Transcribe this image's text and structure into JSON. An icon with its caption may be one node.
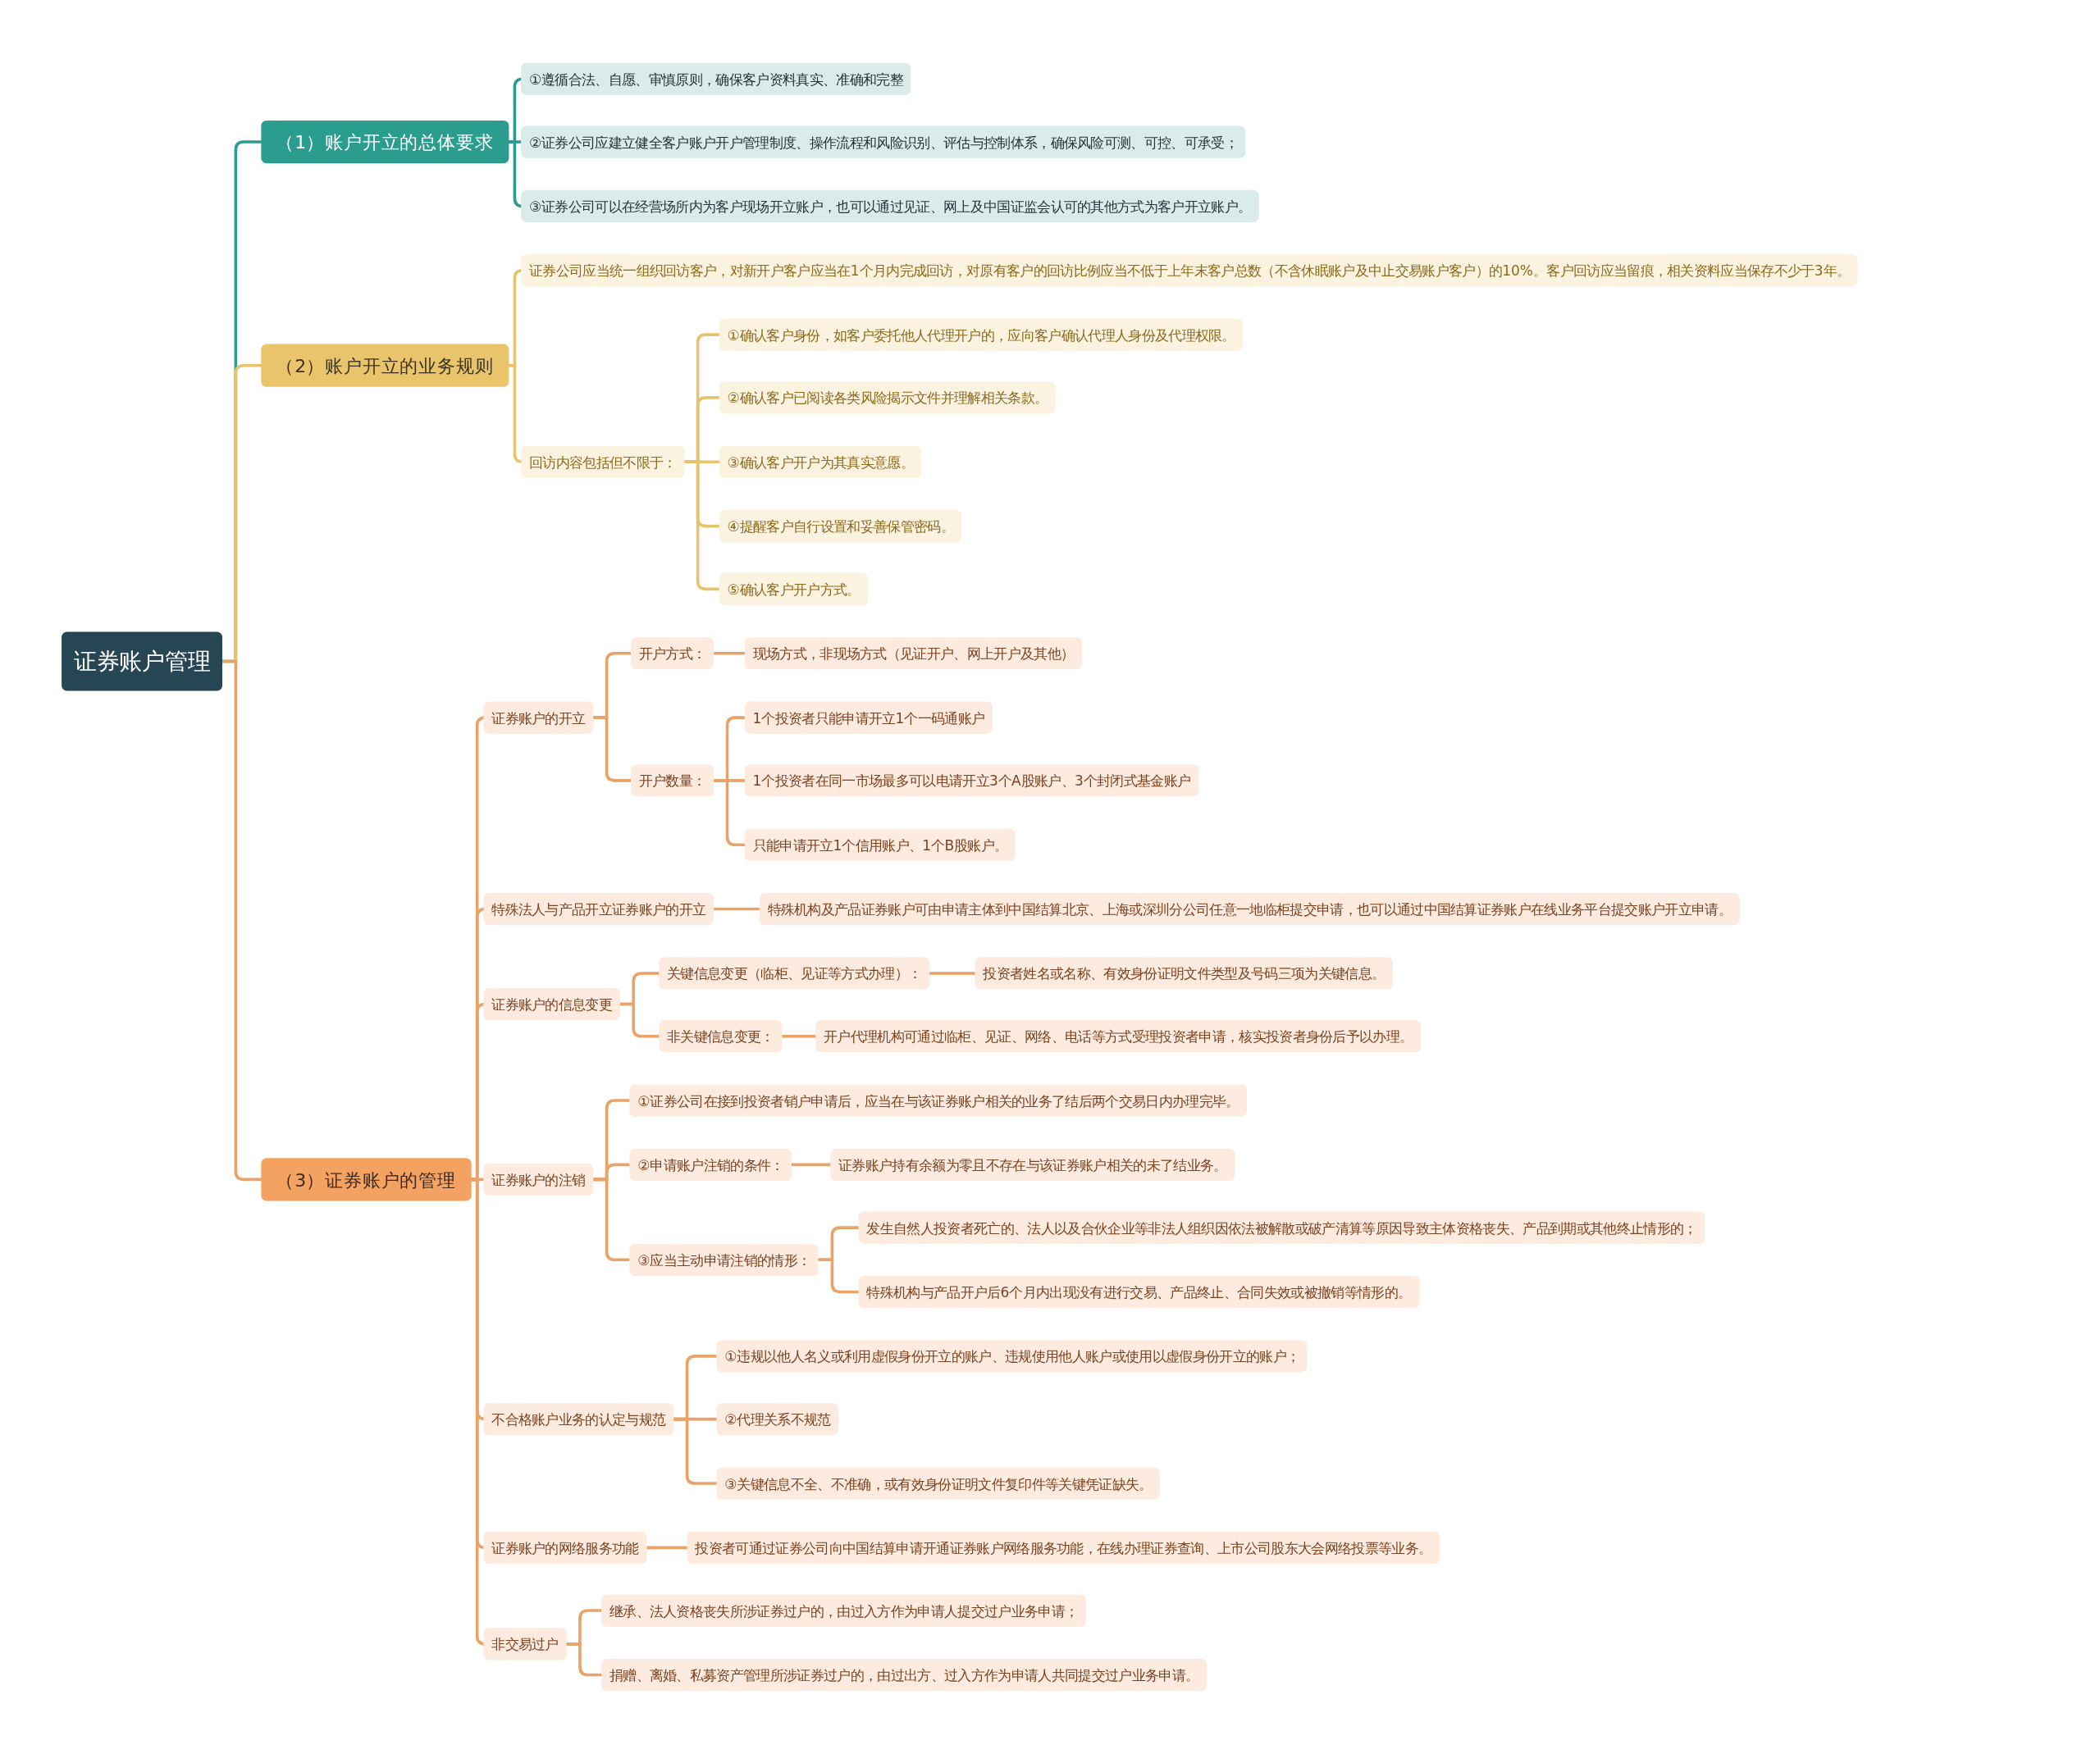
{
  "diagram": {
    "nodes": [
      {
        "text": [
          "证券账户管理"
        ]
      },
      {
        "text": [
          "（1）账户开立的总体要求"
        ]
      },
      {
        "text": [
          "①遵循合法、自愿、审慎原则，确保客户资料真实、准确和完整"
        ]
      },
      {
        "text": [
          "②证券公司应建立健全客户账户开户管理制度、操作流程和风险识别、评估与控制体系，确保风险可测、可控、可承受；"
        ]
      },
      {
        "text": [
          "③证券公司可以在经营场所内为客户现场开立账户，也可以通过见证、网上及中国证监会认可的其他方式为客户开立账户。"
        ]
      },
      {
        "text": [
          "（2）账户开立的业务规则"
        ]
      },
      {
        "text": [
          "证券公司应当统一组织回访客户，对新开户客户应当在1个月内完成回访，对原有客户的回访比例应当不低于上年末客户总数（不含休眠账户及中止交易账户客户）的10%。客户回访应当留痕，相关资料应当保存不少于3年。"
        ]
      },
      {
        "text": [
          "回访内容包括但不限于："
        ]
      },
      {
        "text": [
          "①确认客户身份，如客户委托他人代理开户的，应向客户确认代理人身份及代理权限。"
        ]
      },
      {
        "text": [
          "②确认客户已阅读各类风险揭示文件并理解相关条款。"
        ]
      },
      {
        "text": [
          "③确认客户开户为其真实意愿。"
        ]
      },
      {
        "text": [
          "④提醒客户自行设置和妥善保管密码。"
        ]
      },
      {
        "text": [
          "⑤确认客户开户方式。"
        ]
      },
      {
        "text": [
          "（3）证券账户的管理"
        ]
      },
      {
        "text": [
          "证券账户的开立"
        ]
      },
      {
        "text": [
          "开户方式："
        ]
      },
      {
        "text": [
          "现场方式，非现场方式（见证开户、网上开户及其他）"
        ]
      },
      {
        "text": [
          "开户数量："
        ]
      },
      {
        "text": [
          "1个投资者只能申请开立1个一码通账户"
        ]
      },
      {
        "text": [
          "1个投资者在同一市场最多可以电请开立3个A股账户、3个封闭式基金账户"
        ]
      },
      {
        "text": [
          "只能申请开立1个信用账户、1个B股账户。"
        ]
      },
      {
        "text": [
          "特殊法人与产品开立证券账户的开立"
        ]
      },
      {
        "text": [
          "特殊机构及产品证券账户可由申请主体到中国结算北京、上海或深圳分公司任意一地临柜提交申请，也可以通过中国结算证券账户在线业务平台提交账户开立申请。"
        ]
      },
      {
        "text": [
          "证券账户的信息变更"
        ]
      },
      {
        "text": [
          "关键信息变更（临柜、见证等方式办理）："
        ]
      },
      {
        "text": [
          "投资者姓名或名称、有效身份证明文件类型及号码三项为关键信息。"
        ]
      },
      {
        "text": [
          "非关键信息变更："
        ]
      },
      {
        "text": [
          "开户代理机构可通过临柜、见证、网络、电话等方式受理投资者申请，核实投资者身份后予以办理。"
        ]
      },
      {
        "text": [
          "证券账户的注销"
        ]
      },
      {
        "text": [
          "①证券公司在接到投资者销户申请后，应当在与该证券账户相关的业务了结后两个交易日内办理完毕。"
        ]
      },
      {
        "text": [
          "②申请账户注销的条件："
        ]
      },
      {
        "text": [
          "证券账户持有余额为零且不存在与该证券账户相关的未了结业务。"
        ]
      },
      {
        "text": [
          "③应当主动申请注销的情形："
        ]
      },
      {
        "text": [
          "发生自然人投资者死亡的、法人以及合伙企业等非法人组织因依法被解散或破产清算等原因导致主体资格丧失、产品到期或其他终止情形的；"
        ]
      },
      {
        "text": [
          "特殊机构与产品开户后6个月内出现没有进行交易、产品终止、合同失效或被撤销等情形的。"
        ]
      },
      {
        "text": [
          "不合格账户业务的认定与规范"
        ]
      },
      {
        "text": [
          "①违规以他人名义或利用虚假身份开立的账户、违规使用他人账户或使用以虚假身份开立的账户；"
        ]
      },
      {
        "text": [
          "②代理关系不规范"
        ]
      },
      {
        "text": [
          "③关键信息不全、不准确，或有效身份证明文件复印件等关键凭证缺失。"
        ]
      },
      {
        "text": [
          "证券账户的网络服务功能"
        ]
      },
      {
        "text": [
          "投资者可通过证券公司向中国结算申请开通证券账户网络服务功能，在线办理证券查询、上市公司股东大会网络投票等业务。"
        ]
      },
      {
        "text": [
          "非交易过户"
        ]
      },
      {
        "text": [
          "继承、法人资格丧失所涉证券过户的，由过入方作为申请人提交过户业务申请；"
        ]
      },
      {
        "text": [
          "捐赠、离婚、私募资产管理所涉证券过户的，由过出方、过入方作为申请人共同提交过户业务申请。"
        ]
      }
    ],
    "edges": [
      {
        "from": 0,
        "to": 1,
        "arrow": "none",
        "color": "#2a9d8f"
      },
      {
        "from": 1,
        "to": 2,
        "arrow": "none",
        "color": "#2a9d8f"
      },
      {
        "from": 1,
        "to": 3,
        "arrow": "none",
        "color": "#2a9d8f"
      },
      {
        "from": 1,
        "to": 4,
        "arrow": "none",
        "color": "#2a9d8f"
      },
      {
        "from": 0,
        "to": 5,
        "arrow": "none",
        "color": "#e6c46c"
      },
      {
        "from": 5,
        "to": 6,
        "arrow": "none",
        "color": "#e6c46c"
      },
      {
        "from": 5,
        "to": 7,
        "arrow": "none",
        "color": "#e6c46c"
      },
      {
        "from": 7,
        "to": 8,
        "arrow": "none",
        "color": "#e6c46c"
      },
      {
        "from": 7,
        "to": 9,
        "arrow": "none",
        "color": "#e6c46c"
      },
      {
        "from": 7,
        "to": 10,
        "arrow": "none",
        "color": "#e6c46c"
      },
      {
        "from": 7,
        "to": 11,
        "arrow": "none",
        "color": "#e6c46c"
      },
      {
        "from": 7,
        "to": 12,
        "arrow": "none",
        "color": "#e6c46c"
      },
      {
        "from": 0,
        "to": 13,
        "arrow": "none"
      },
      {
        "from": 13,
        "to": 14,
        "arrow": "none"
      },
      {
        "from": 14,
        "to": 15,
        "arrow": "none"
      },
      {
        "from": 15,
        "to": 16,
        "arrow": "none"
      },
      {
        "from": 14,
        "to": 17,
        "arrow": "none"
      },
      {
        "from": 17,
        "to": 18,
        "arrow": "none"
      },
      {
        "from": 17,
        "to": 19,
        "arrow": "none"
      },
      {
        "from": 17,
        "to": 20,
        "arrow": "none"
      },
      {
        "from": 13,
        "to": 21,
        "arrow": "none"
      },
      {
        "from": 21,
        "to": 22,
        "arrow": "none"
      },
      {
        "from": 13,
        "to": 23,
        "arrow": "none"
      },
      {
        "from": 23,
        "to": 24,
        "arrow": "none"
      },
      {
        "from": 24,
        "to": 25,
        "arrow": "none"
      },
      {
        "from": 23,
        "to": 26,
        "arrow": "none"
      },
      {
        "from": 26,
        "to": 27,
        "arrow": "none"
      },
      {
        "from": 13,
        "to": 28,
        "arrow": "none"
      },
      {
        "from": 28,
        "to": 29,
        "arrow": "none"
      },
      {
        "from": 28,
        "to": 30,
        "arrow": "none"
      },
      {
        "from": 30,
        "to": 31,
        "arrow": "none"
      },
      {
        "from": 28,
        "to": 32,
        "arrow": "none"
      },
      {
        "from": 32,
        "to": 33,
        "arrow": "none"
      },
      {
        "from": 32,
        "to": 34,
        "arrow": "none"
      },
      {
        "from": 13,
        "to": 35,
        "arrow": "none"
      },
      {
        "from": 35,
        "to": 36,
        "arrow": "none"
      },
      {
        "from": 35,
        "to": 37,
        "arrow": "none"
      },
      {
        "from": 35,
        "to": 38,
        "arrow": "none"
      },
      {
        "from": 13,
        "to": 39,
        "arrow": "none"
      },
      {
        "from": 39,
        "to": 40,
        "arrow": "none"
      },
      {
        "from": 13,
        "to": 41,
        "arrow": "none"
      },
      {
        "from": 41,
        "to": 42,
        "arrow": "none"
      },
      {
        "from": 41,
        "to": 43,
        "arrow": "none"
      }
    ]
  }
}
